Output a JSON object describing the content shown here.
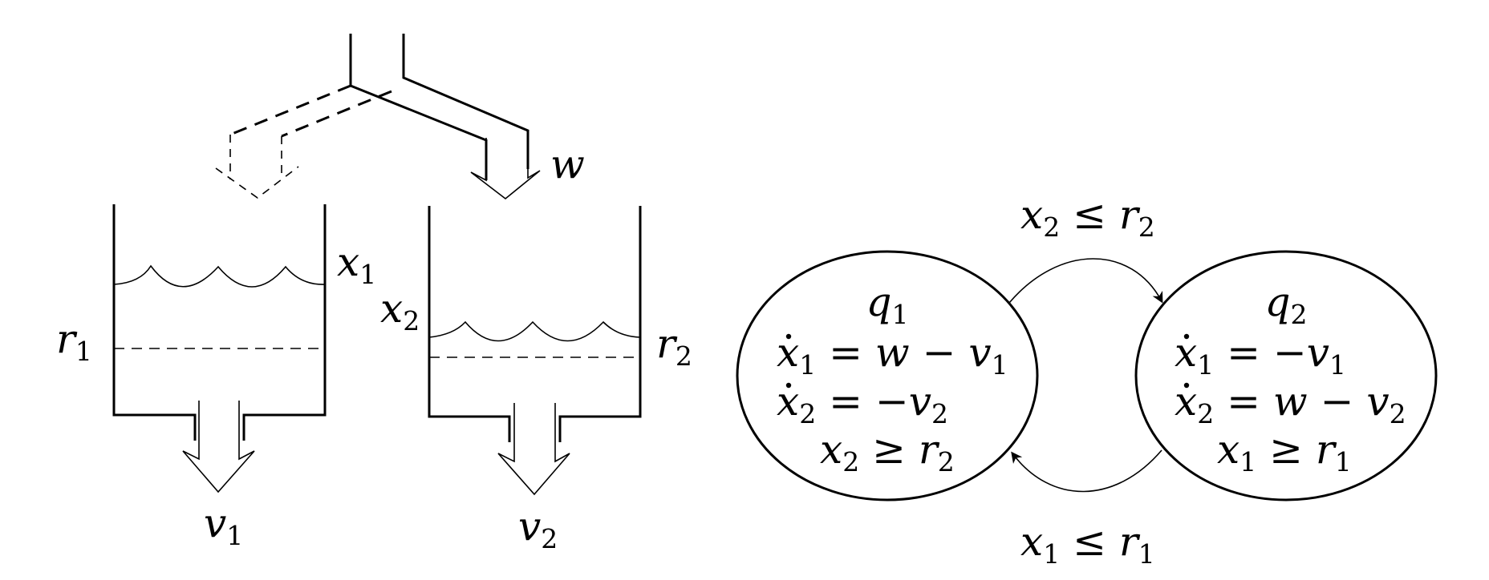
{
  "tanks": {
    "inflow_label": "w",
    "tank1": {
      "level_var": "x",
      "level_sub": "1",
      "ref_var": "r",
      "ref_sub": "1",
      "out_var": "v",
      "out_sub": "1"
    },
    "tank2": {
      "level_var": "x",
      "level_sub": "2",
      "ref_var": "r",
      "ref_sub": "2",
      "out_var": "v",
      "out_sub": "2"
    }
  },
  "automaton": {
    "q1": {
      "name": "q",
      "name_sub": "1",
      "eq1": {
        "lhs": "x",
        "sub": "1",
        "rhs_a": " = w − v",
        "rhs_sub": "1"
      },
      "eq2": {
        "lhs": "x",
        "sub": "2",
        "rhs_a": " = −v",
        "rhs_sub": "2"
      },
      "inv": {
        "a": "x",
        "a_sub": "2",
        "op": " ≥ r",
        "b_sub": "2"
      }
    },
    "q2": {
      "name": "q",
      "name_sub": "2",
      "eq1": {
        "lhs": "x",
        "sub": "1",
        "rhs_a": " = −v",
        "rhs_sub": "1"
      },
      "eq2": {
        "lhs": "x",
        "sub": "2",
        "rhs_a": " = w − v",
        "rhs_sub": "2"
      },
      "inv": {
        "a": "x",
        "a_sub": "1",
        "op": " ≥ r",
        "b_sub": "1"
      }
    },
    "guard_top": {
      "a": "x",
      "a_sub": "2",
      "op": " ≤ r",
      "b_sub": "2"
    },
    "guard_bottom": {
      "a": "x",
      "a_sub": "1",
      "op": " ≤ r",
      "b_sub": "1"
    }
  }
}
